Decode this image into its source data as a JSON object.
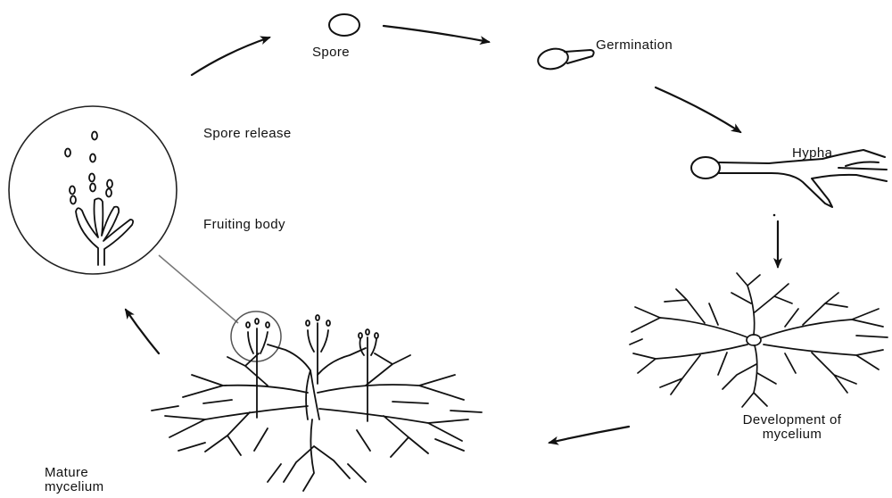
{
  "labels": {
    "spore": "Spore",
    "germination": "Germination",
    "spore_release": "Spore release",
    "fruiting_body": "Fruiting body",
    "hypha": "Hypha",
    "development_of_mycelium": "Development of mycelium",
    "mature_mycelium": "Mature mycelium"
  },
  "colors": {
    "line": "#111111",
    "background": "#ffffff",
    "connector": "#777777"
  }
}
